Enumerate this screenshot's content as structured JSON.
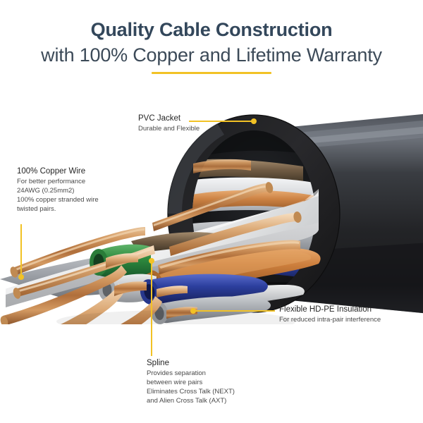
{
  "header": {
    "title_line1": "Quality Cable Construction",
    "title_line2": "with 100% Copper and Lifetime Warranty",
    "accent_color": "#f2c225",
    "title_color": "#33475b"
  },
  "callouts": [
    {
      "id": "pvc-jacket",
      "title": "PVC Jacket",
      "lines": [
        "Durable and Flexible"
      ]
    },
    {
      "id": "copper-wire",
      "title": "100% Copper Wire",
      "lines": [
        "For better performance",
        "24AWG (0.25mm2)",
        "100% copper stranded wire",
        "twisted pairs."
      ]
    },
    {
      "id": "hdpe-insulation",
      "title": "Flexible HD-PE Insulation",
      "lines": [
        "For reduced intra-pair interference"
      ]
    },
    {
      "id": "spline",
      "title": "Spline",
      "lines": [
        "Provides separation",
        "between wire pairs",
        "Eliminates Cross Talk (NEXT)",
        "and Alien Cross Talk (AXT)"
      ]
    }
  ],
  "artwork": {
    "name": "ethernet-cable-cutaway",
    "jacket_color": "#2b2b2d",
    "jacket_highlight": "#5b5f66",
    "insulation_color": "#d8dadd",
    "spline_color": "#e6e7e8",
    "copper_color": "#c98a52",
    "pair_colors": {
      "brown": "#6e5a43",
      "orange": "#c97b3c",
      "green": "#2d8a3e",
      "blue": "#2c3f9e",
      "white": "#c9cacc"
    }
  }
}
